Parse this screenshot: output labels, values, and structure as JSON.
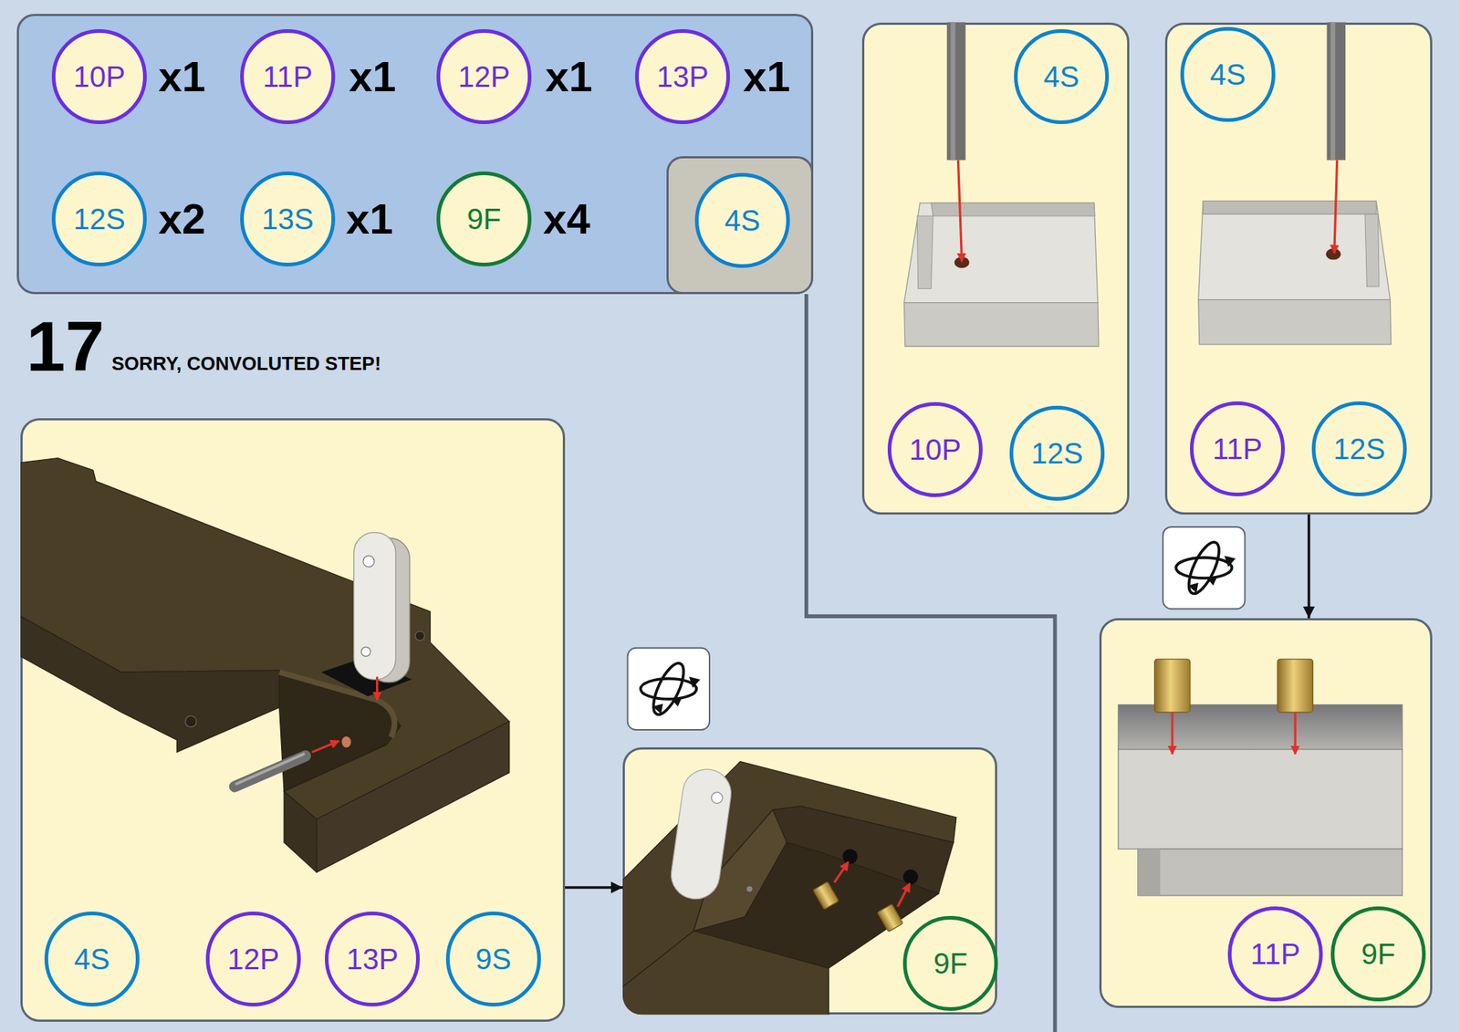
{
  "diagram": {
    "title": "17",
    "nodes": [
      {},
      {
        "text": [
          "10P"
        ],
        "in": 0
      },
      {
        "text": [
          "11P"
        ],
        "in": 0
      },
      {
        "text": [
          "12P"
        ],
        "in": 0
      },
      {
        "text": [
          "13P"
        ],
        "in": 0
      },
      {
        "text": [
          "12S"
        ],
        "in": 0
      },
      {
        "text": [
          "13S"
        ],
        "in": 0
      },
      {
        "text": [
          "9F"
        ],
        "in": 0
      },
      {
        "in": 0
      },
      {
        "text": [
          "4S"
        ],
        "in": 8
      },
      {},
      {
        "text": [
          "4S"
        ],
        "in": 10
      },
      {
        "text": [
          "10P"
        ],
        "in": 10
      },
      {
        "text": [
          "12S"
        ],
        "in": 10
      },
      {},
      {
        "text": [
          "4S"
        ],
        "in": 14
      },
      {
        "text": [
          "11P"
        ],
        "in": 14
      },
      {
        "text": [
          "12S"
        ],
        "in": 14
      },
      {},
      {
        "text": [
          "4S"
        ],
        "in": 18
      },
      {
        "text": [
          "12P"
        ],
        "in": 18
      },
      {
        "text": [
          "13P"
        ],
        "in": 18
      },
      {
        "text": [
          "9S"
        ],
        "in": 18
      },
      {},
      {
        "text": [
          "9F"
        ],
        "in": 23
      },
      {},
      {
        "text": [
          "11P"
        ],
        "in": 25
      },
      {
        "text": [
          "9F"
        ],
        "in": 25
      }
    ],
    "edges": [
      {
        "from": 18,
        "to": 23,
        "arrow": "to"
      },
      {
        "from": 14,
        "to": 25,
        "arrow": "to"
      }
    ],
    "labels": [
      "x1",
      "x1",
      "x1",
      "x1",
      "x2",
      "x1",
      "x4",
      "SORRY, CONVOLUTED STEP!"
    ]
  }
}
